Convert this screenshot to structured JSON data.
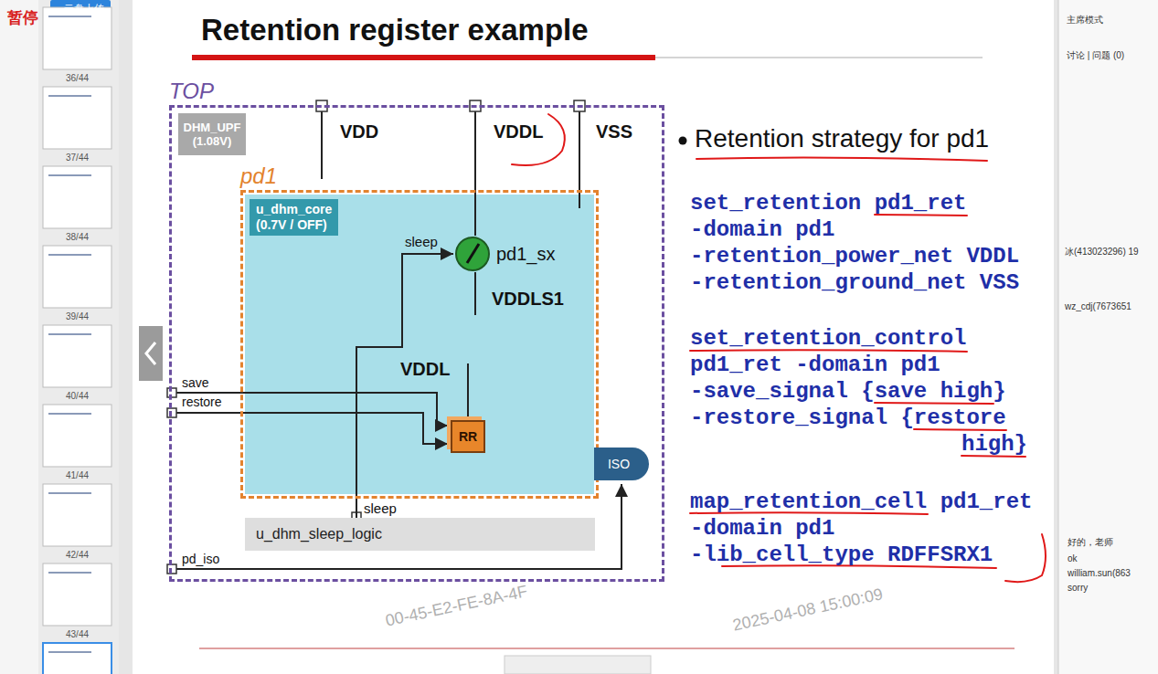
{
  "diagram": {
    "title": "Retention register example",
    "nodes": [
      {
        "text": [
          "TOP"
        ]
      },
      {
        "text": [
          "DHM_UPF",
          "(1.08V)"
        ],
        "in": 0
      },
      {
        "text": [
          "pd1"
        ],
        "in": 0
      },
      {
        "text": [
          "u_dhm_core",
          "(0.7V / OFF)"
        ],
        "in": 2
      },
      {
        "text": [
          "pd1_sx"
        ],
        "in": 3
      },
      {
        "text": [
          "RR"
        ],
        "in": 3
      },
      {
        "text": [
          "ISO"
        ],
        "in": 0
      },
      {
        "text": [
          "u_dhm_sleep_logic"
        ],
        "in": 0
      }
    ],
    "edges": [
      {
        "from": 7,
        "to": 4,
        "arrow": "to"
      }
    ],
    "labels": [
      "暂停",
      "云盘上传",
      "36/44",
      "37/44",
      "38/44",
      "39/44",
      "40/44",
      "41/44",
      "42/44",
      "43/44",
      "VDD",
      "VDDL",
      "VSS",
      "sleep",
      "VDDLS1",
      "VDDL",
      "save",
      "restore",
      "sleep",
      "pd_iso",
      "Retention strategy for pd1",
      "set_retention pd1_ret",
      "-domain pd1",
      "-retention_power_net VDDL",
      "-retention_ground_net VSS",
      "set_retention_control",
      "pd1_ret -domain pd1",
      "-save_signal {save high}",
      "-restore_signal {restore",
      "high}",
      "map_retention_cell pd1_ret",
      "-domain pd1",
      "-lib_cell_type RDFFSRX1",
      "主席模式",
      "讨论 | 问题 (0)",
      "冰(413023296) 19",
      "wz_cdj(7673651",
      "好的，老师",
      "ok",
      "william.sun(863",
      "sorry",
      "00-45-E2-FE-8A-4F",
      "2025-04-08 15:00:09"
    ]
  }
}
